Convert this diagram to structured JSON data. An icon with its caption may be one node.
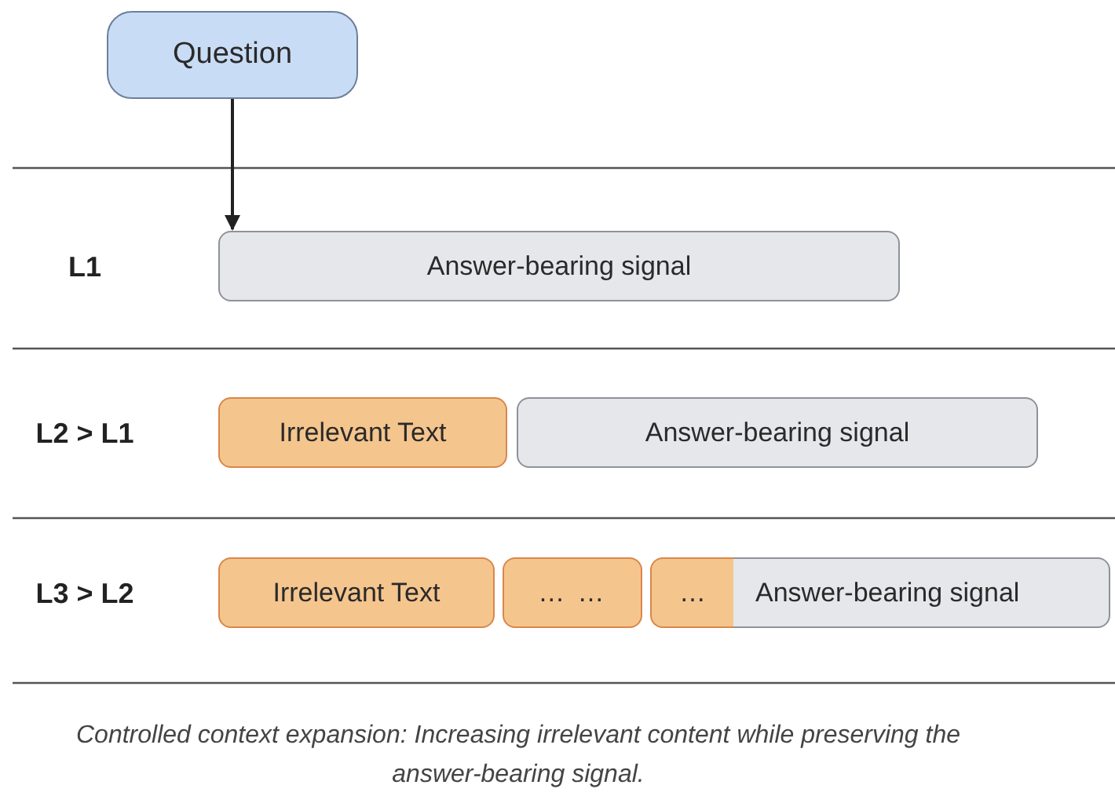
{
  "diagram": {
    "caption": "Controlled context expansion: Increasing irrelevant content while preserving the answer-bearing signal.",
    "nodes": [
      {
        "text": [
          "Question"
        ]
      },
      {
        "text": [
          "Answer-bearing signal"
        ]
      },
      {
        "text": [
          "Irrelevant Text"
        ]
      },
      {
        "text": [
          "Answer-bearing signal"
        ]
      },
      {
        "text": [
          "Irrelevant Text"
        ]
      },
      {
        "text": [
          "… …"
        ]
      },
      {
        "text": [
          "…"
        ]
      },
      {
        "text": [
          "Answer-bearing signal"
        ]
      }
    ],
    "edges": [
      {
        "from": 0,
        "to": 1,
        "arrow": "to"
      }
    ],
    "labels": [
      "L1",
      "L2 > L1",
      "L3 > L2"
    ]
  }
}
